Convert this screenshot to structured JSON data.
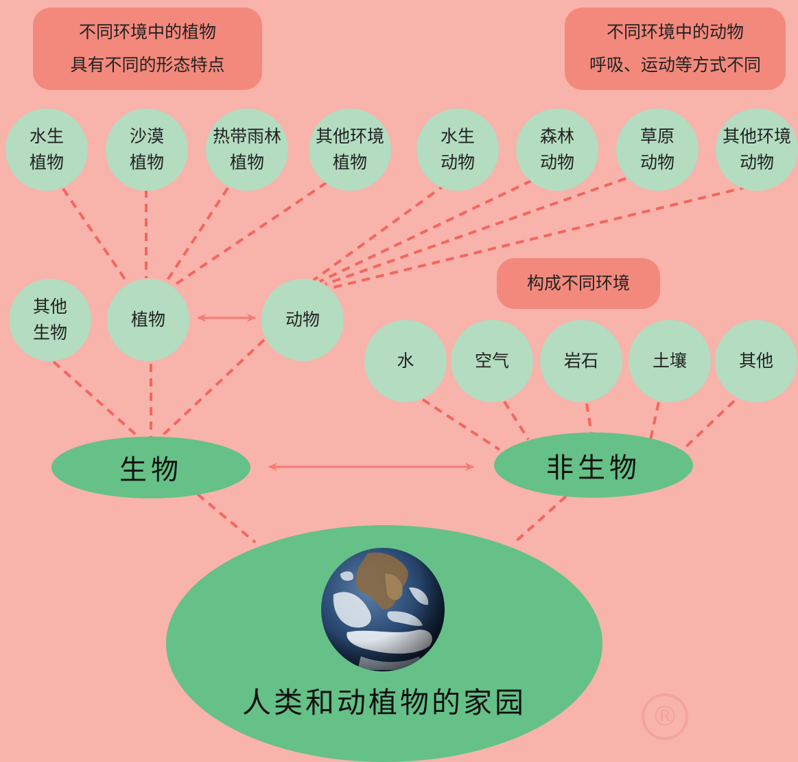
{
  "plants_note": [
    "不同环境中的植物",
    "具有不同的形态特点"
  ],
  "animals_note": [
    "不同环境中的动物",
    "呼吸、运动等方式不同"
  ],
  "env_note": "构成不同环境",
  "plant_types": [
    [
      "水生",
      "植物"
    ],
    [
      "沙漠",
      "植物"
    ],
    [
      "热带雨林",
      "植物"
    ],
    [
      "其他环境",
      "植物"
    ]
  ],
  "animal_types": [
    [
      "水生",
      "动物"
    ],
    [
      "森林",
      "动物"
    ],
    [
      "草原",
      "动物"
    ],
    [
      "其他环境",
      "动物"
    ]
  ],
  "organism_types": {
    "other": [
      "其他",
      "生物"
    ],
    "plants": "植物",
    "animals": "动物"
  },
  "nonliving_items": [
    "水",
    "空气",
    "岩石",
    "土壤",
    "其他"
  ],
  "living": "生物",
  "nonliving": "非生物",
  "earth_caption": "人类和动植物的家园",
  "colors": {
    "background": "#f8b3ab",
    "note_box": "#f3897c",
    "circle": "#b3dcc0",
    "ellipse": "#65c187",
    "connector": "#f2665f",
    "arrow": "#f47a72"
  }
}
